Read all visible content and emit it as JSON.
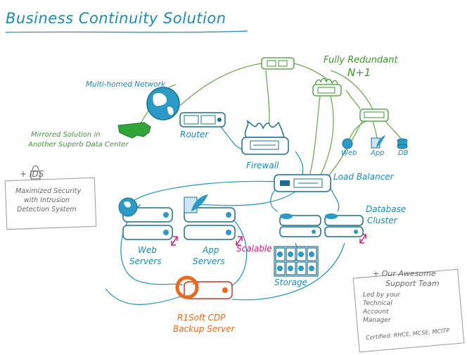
{
  "title": "Business Continuity Solution",
  "colors": {
    "blue": "#1b8ab8",
    "green": "#3e9a2e",
    "gray": "#666666",
    "magenta": "#d4207a",
    "orange": "#e86a1c"
  },
  "labels": {
    "multihomed": "Multi-homed Network",
    "mirrored_line1": "Mirrored Solution in",
    "mirrored_line2": "Another Superb Data Center",
    "router": "Router",
    "firewall": "Firewall",
    "redundant_line1": "Fully Redundant",
    "redundant_line2": "N+1",
    "web": "Web",
    "app": "App",
    "db": "DB",
    "load_balancer": "Load Balancer",
    "database_line1": "Database",
    "database_line2": "Cluster",
    "web_servers_line1": "Web",
    "web_servers_line2": "Servers",
    "app_servers_line1": "App",
    "app_servers_line2": "Servers",
    "scalable": "Scalable",
    "storage": "Storage",
    "backup_line1": "R1Soft CDP",
    "backup_line2": "Backup Server"
  },
  "ids_note": {
    "heading": "+ IDS",
    "line1": "Maximized Security",
    "line2": "with Intrusion",
    "line3": "Detection System"
  },
  "support_note": {
    "heading_line1": "+ Our Awesome",
    "heading_line2": "Support Team",
    "line1": "Led by your",
    "line2": "Technical",
    "line3": "Account",
    "line4": "Manager",
    "certified": "Certified: RHCE, MCSE, MCITP"
  }
}
